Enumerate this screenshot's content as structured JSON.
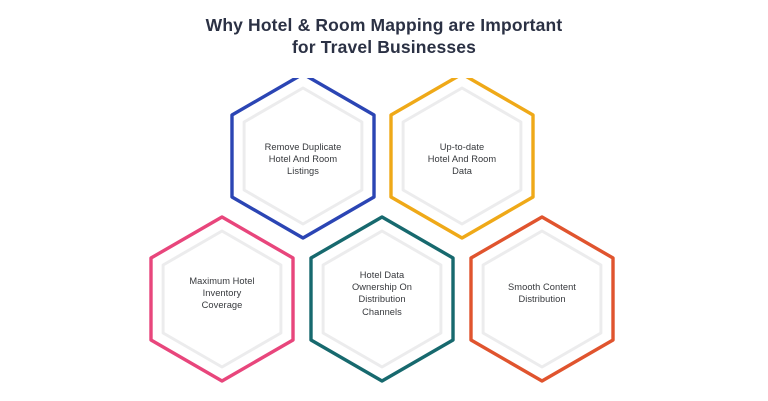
{
  "title": {
    "line1": "Why Hotel & Room Mapping are Important",
    "line2": "for Travel Businesses",
    "color": "#2b3144"
  },
  "colors": {
    "background": "#ffffff",
    "inner_outline": "#ececed",
    "body_text": "#36383c"
  },
  "hexagons": [
    {
      "id": "remove-duplicate-listings",
      "color": "#2b45b4",
      "lines": [
        "Remove Duplicate",
        "Hotel And Room",
        "Listings"
      ]
    },
    {
      "id": "up-to-date-data",
      "color": "#efa918",
      "lines": [
        "Up-to-date",
        "Hotel And Room",
        "Data"
      ]
    },
    {
      "id": "maximum-inventory-coverage",
      "color": "#e8467c",
      "lines": [
        "Maximum Hotel",
        "Inventory",
        "Coverage"
      ]
    },
    {
      "id": "hotel-data-ownership",
      "color": "#17696e",
      "lines": [
        "Hotel Data",
        "Ownership On",
        "Distribution",
        "Channels"
      ]
    },
    {
      "id": "smooth-content-distribution",
      "color": "#e0542e",
      "lines": [
        "Smooth Content",
        "Distribution"
      ]
    }
  ]
}
